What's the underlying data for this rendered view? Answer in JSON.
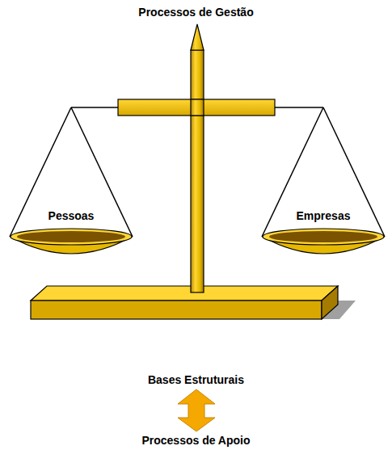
{
  "diagram": {
    "nodes": [
      {
        "text": [
          "Pessoas"
        ]
      },
      {
        "text": [
          "Empresas"
        ]
      }
    ],
    "labels": [
      "Processos de Gestão",
      "Bases Estruturais",
      "Processos de Apoio"
    ]
  }
}
